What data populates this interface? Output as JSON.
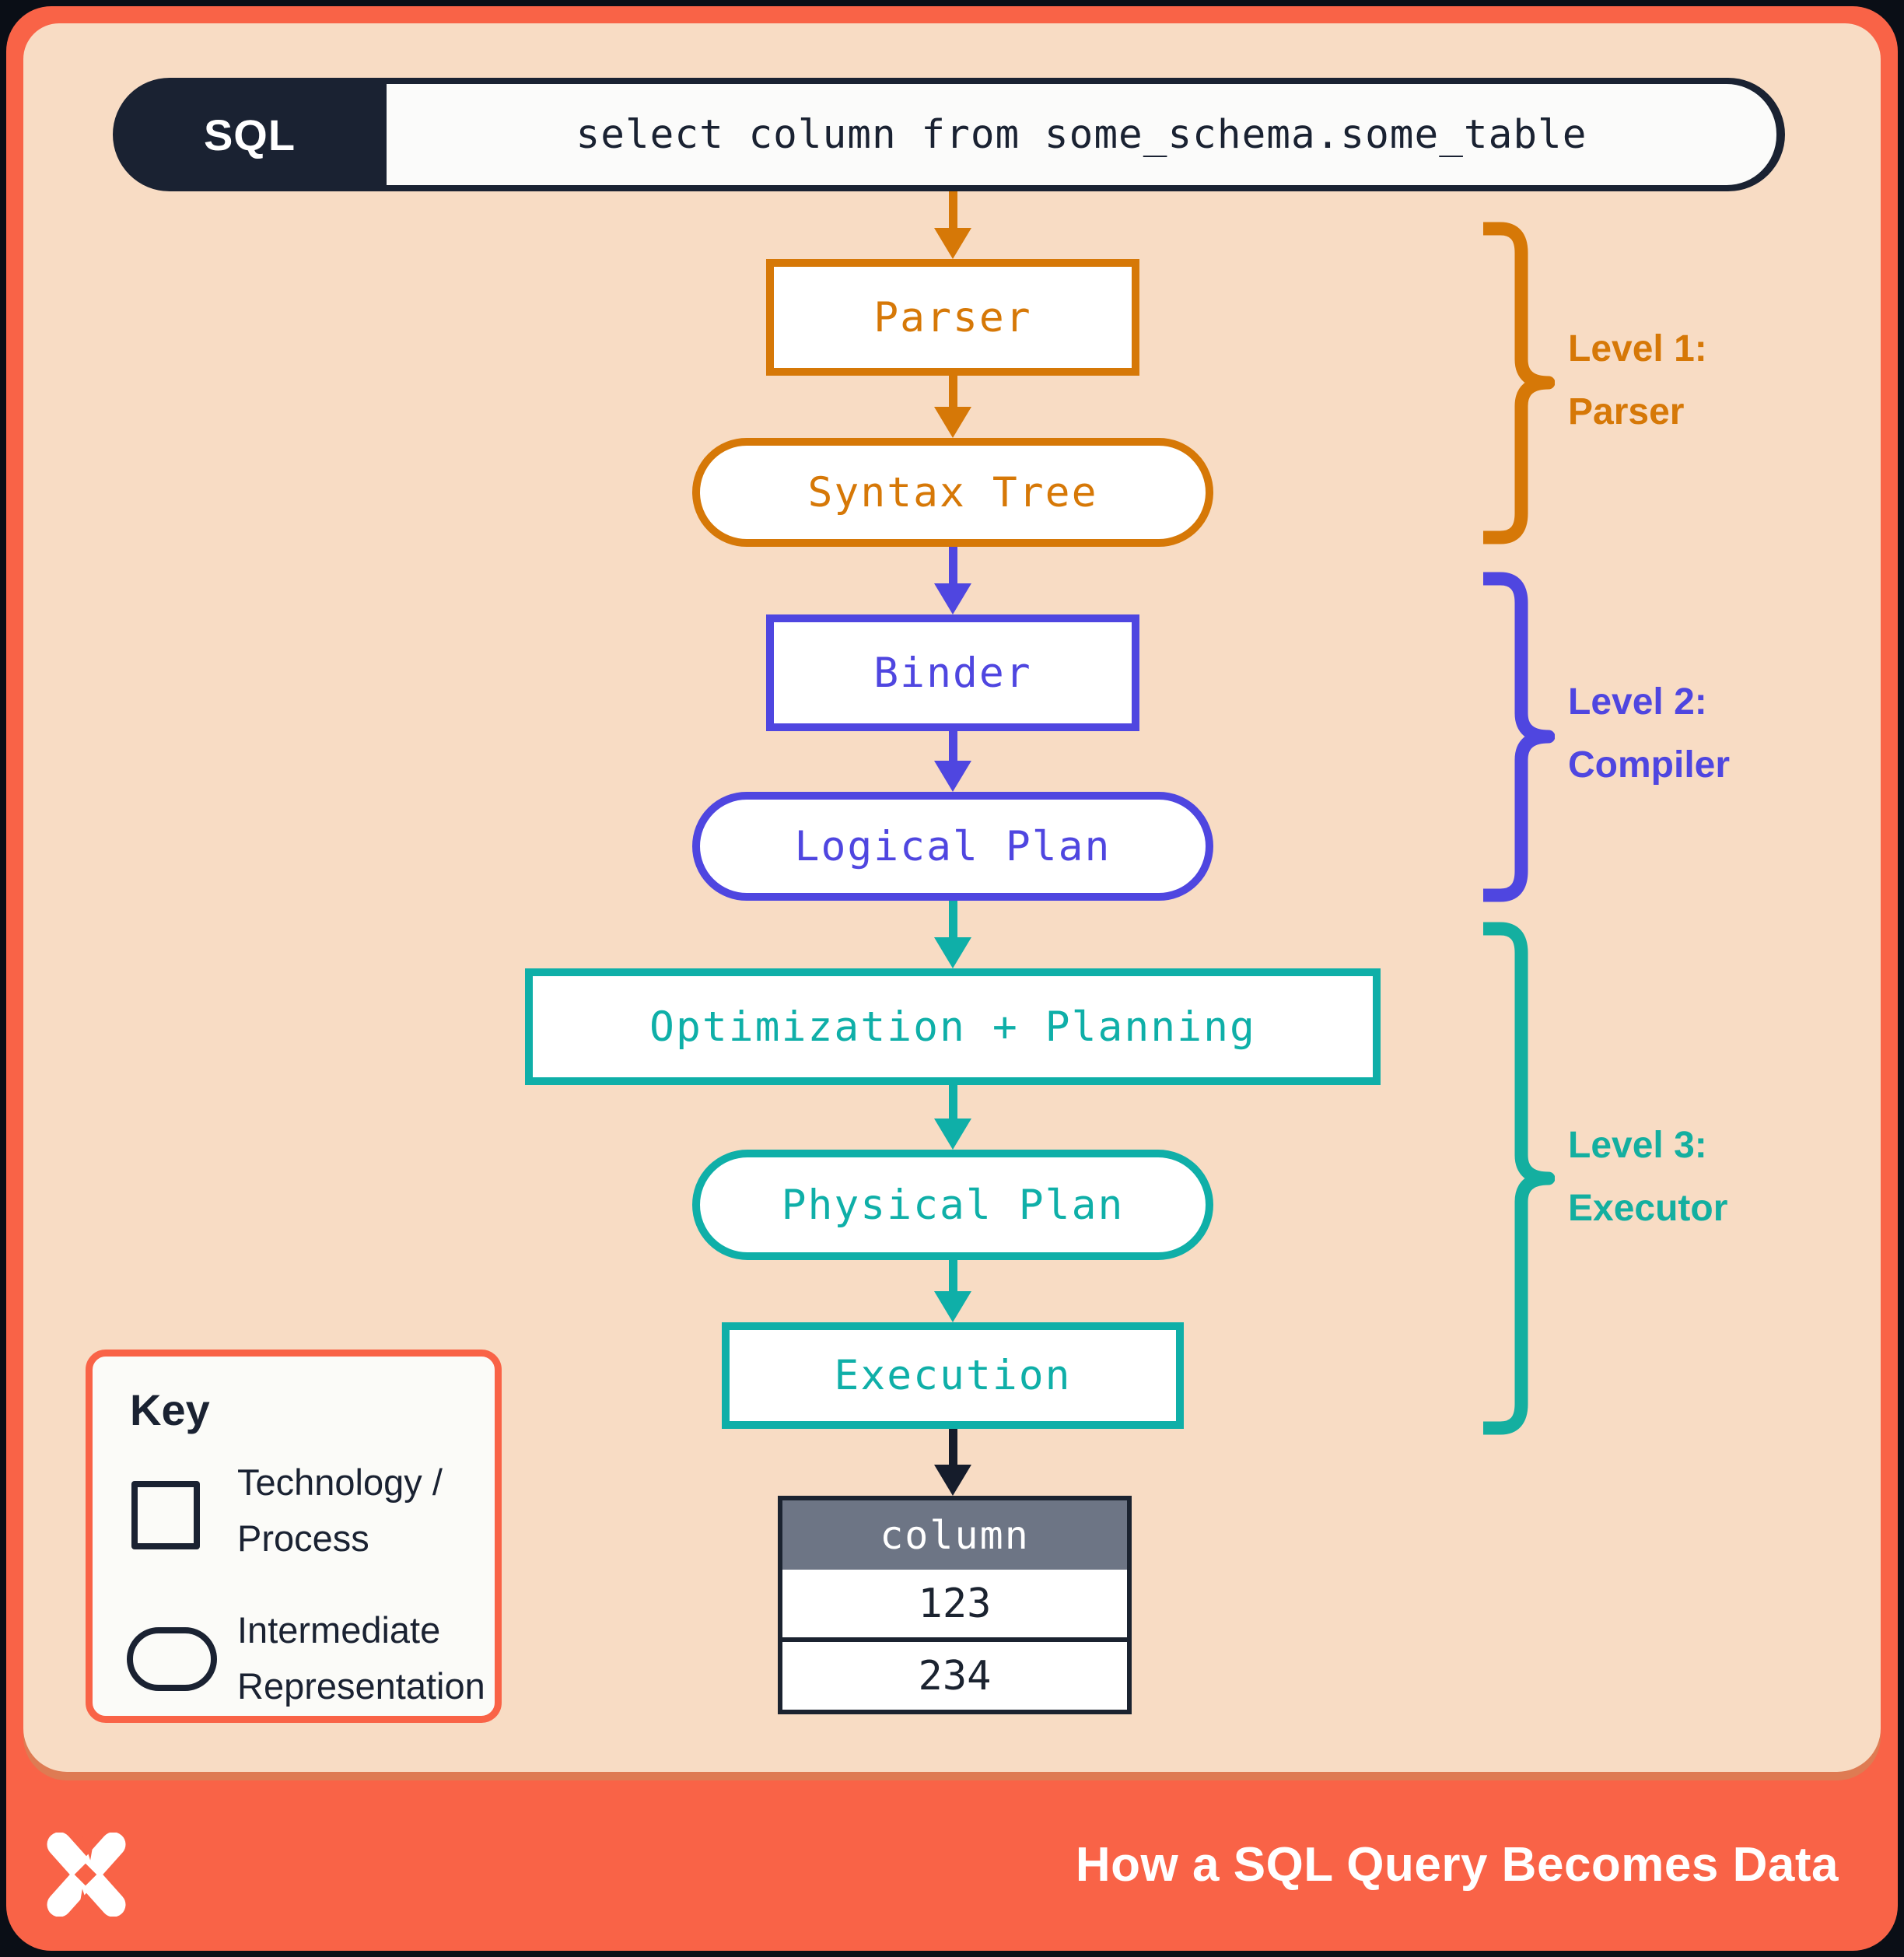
{
  "sql_input": {
    "label": "SQL",
    "query": "select column from some_schema.some_table"
  },
  "flow": {
    "stages": [
      {
        "id": "parser",
        "label": "Parser",
        "shape": "process",
        "level": "parser"
      },
      {
        "id": "syntax-tree",
        "label": "Syntax Tree",
        "shape": "intermediate-representation",
        "level": "parser"
      },
      {
        "id": "binder",
        "label": "Binder",
        "shape": "process",
        "level": "compiler"
      },
      {
        "id": "logical-plan",
        "label": "Logical Plan",
        "shape": "intermediate-representation",
        "level": "compiler"
      },
      {
        "id": "optimization",
        "label": "Optimization + Planning",
        "shape": "process",
        "level": "executor"
      },
      {
        "id": "physical-plan",
        "label": "Physical Plan",
        "shape": "intermediate-representation",
        "level": "executor"
      },
      {
        "id": "execution",
        "label": "Execution",
        "shape": "process",
        "level": "executor"
      }
    ]
  },
  "levels": [
    {
      "title": "Level 1:",
      "name": "Parser",
      "color": "#D67807"
    },
    {
      "title": "Level 2:",
      "name": "Compiler",
      "color": "#4F46E0"
    },
    {
      "title": "Level 3:",
      "name": "Executor",
      "color": "#14AFA0"
    }
  ],
  "result_table": {
    "header": "column",
    "rows": [
      "123",
      "234"
    ]
  },
  "key": {
    "title": "Key",
    "items": [
      {
        "shape": "rectangle",
        "label_line1": "Technology /",
        "label_line2": "Process"
      },
      {
        "shape": "rounded",
        "label_line1": "Intermediate",
        "label_line2": "Representation"
      }
    ]
  },
  "footer": {
    "title": "How a SQL Query Becomes Data"
  },
  "colors": {
    "background_frame": "#0A0E16",
    "accent_coral": "#F96347",
    "canvas_peach": "#F8DCC4",
    "canvas_shadow": "#DE7B53",
    "navy": "#1A2232",
    "level1_orange": "#D67807",
    "level2_purple": "#4F46E0",
    "level3_teal": "#0FAFA8",
    "table_header_gray": "#6D7585"
  }
}
